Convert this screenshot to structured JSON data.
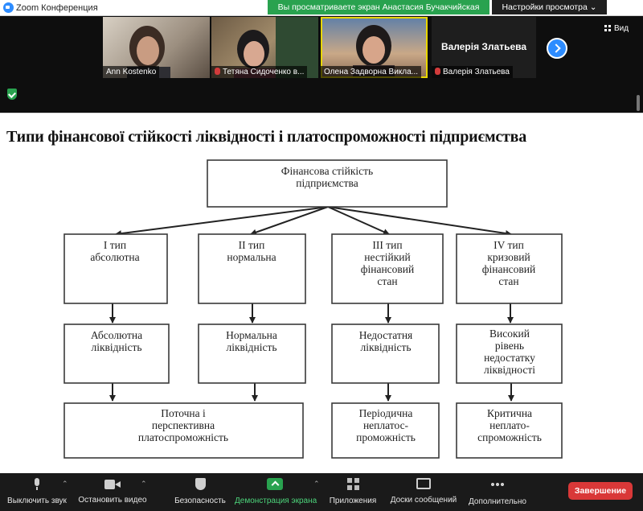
{
  "window": {
    "title": "Zoom Конференция",
    "share_banner": "Вы просматриваете экран Анастасия Бучакчийская",
    "view_options": "Настройки просмотра"
  },
  "participants": [
    {
      "name": "Ann Kostenko",
      "muted": false
    },
    {
      "name": "Тетяна Сидоченко в...",
      "muted": true
    },
    {
      "name": "Олена Задворна Викла...",
      "muted": false,
      "active": true
    },
    {
      "name": "Валерія Златьева",
      "muted": true
    }
  ],
  "name_tile": {
    "big_name": "Валерія Златьева"
  },
  "view_button": "Вид",
  "slide": {
    "title": "Типи фінансової стійкості ліквідності і платоспроможності підприємства",
    "root": [
      "Фінансова стійкість",
      "підприємства"
    ],
    "types": [
      [
        "I тип",
        "абсолютна"
      ],
      [
        "II тип",
        "нормальна"
      ],
      [
        "III тип",
        "нестійкий",
        "фінансовий",
        "стан"
      ],
      [
        "IV тип",
        "кризовий",
        "фінансовий",
        "стан"
      ]
    ],
    "liquidity": [
      [
        "Абсолютна",
        "ліквідність"
      ],
      [
        "Нормальна",
        "ліквідність"
      ],
      [
        "Недостатня",
        "ліквідність"
      ],
      [
        "Високий",
        "рівень",
        "недостатку",
        "ліквідності"
      ]
    ],
    "solvency": [
      [
        "Поточна і",
        "перспективна",
        "платоспроможність"
      ],
      [
        "Періодична",
        "неплатос-",
        "проможність"
      ],
      [
        "Критична",
        "неплато-",
        "спроможність"
      ]
    ]
  },
  "toolbar": {
    "mute": "Выключить звук",
    "video": "Остановить видео",
    "security": "Безопасность",
    "share": "Демонстрация экрана",
    "apps": "Приложения",
    "whiteboard": "Доски сообщений",
    "more": "Дополнительно",
    "end": "Завершение"
  },
  "colors": {
    "accent_green": "#29a24f",
    "accent_blue": "#2d8cff",
    "end_red": "#d93838",
    "active_speaker": "#e8d600"
  }
}
